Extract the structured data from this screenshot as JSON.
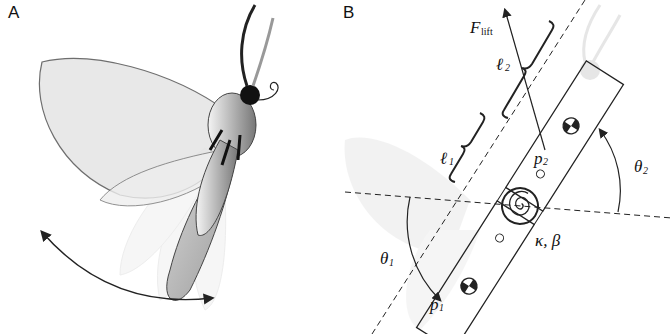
{
  "diagram": {
    "labels": [
      "A",
      "B",
      "F",
      "lift",
      "p",
      "2",
      "ℓ",
      "2",
      "ℓ",
      "1",
      "θ",
      "2",
      "θ",
      "1",
      "p",
      "1",
      "κ, β"
    ]
  }
}
